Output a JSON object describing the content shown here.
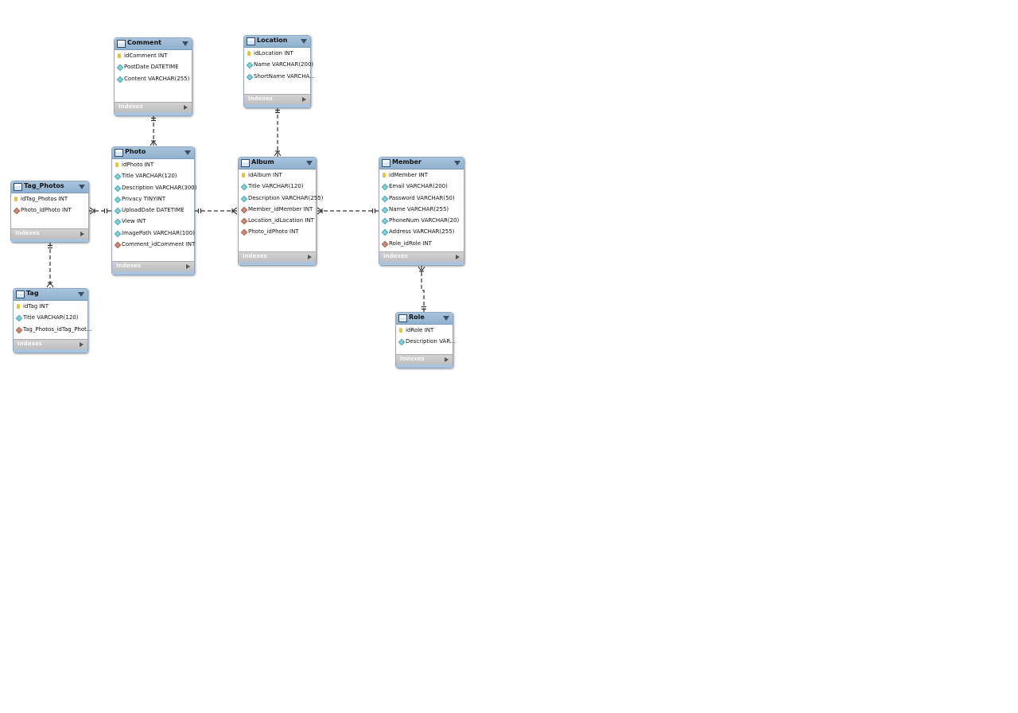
{
  "tables": [
    {
      "key": "comment",
      "name": "Comment",
      "columns": [
        {
          "kind": "key",
          "text": "idComment INT"
        },
        {
          "kind": "attr",
          "text": "PostDate DATETIME"
        },
        {
          "kind": "attr",
          "text": "Content VARCHAR(255)"
        }
      ],
      "indexes_label": "Indexes"
    },
    {
      "key": "location",
      "name": "Location",
      "columns": [
        {
          "kind": "key",
          "text": "idLocation INT"
        },
        {
          "kind": "attr",
          "text": "Name VARCHAR(200)"
        },
        {
          "kind": "attr",
          "text": "ShortName VARCHA..."
        }
      ],
      "indexes_label": "Indexes"
    },
    {
      "key": "photo",
      "name": "Photo",
      "columns": [
        {
          "kind": "key",
          "text": "idPhoto INT"
        },
        {
          "kind": "attr",
          "text": "Title VARCHAR(120)"
        },
        {
          "kind": "attr",
          "text": "Description VARCHAR(300)"
        },
        {
          "kind": "attr",
          "text": "Privacy TINYINT"
        },
        {
          "kind": "attr",
          "text": "UploadDate DATETIME"
        },
        {
          "kind": "attr",
          "text": "View INT"
        },
        {
          "kind": "attr",
          "text": "ImagePath VARCHAR(100)"
        },
        {
          "kind": "fk",
          "text": "Comment_idComment INT"
        }
      ],
      "indexes_label": "Indexes"
    },
    {
      "key": "album",
      "name": "Album",
      "columns": [
        {
          "kind": "key",
          "text": "idAlbum INT"
        },
        {
          "kind": "attr",
          "text": "Title VARCHAR(120)"
        },
        {
          "kind": "attr",
          "text": "Description VARCHAR(255)"
        },
        {
          "kind": "fk",
          "text": "Member_idMember INT"
        },
        {
          "kind": "fk",
          "text": "Location_idLocation INT"
        },
        {
          "kind": "fk",
          "text": "Photo_idPhoto INT"
        }
      ],
      "indexes_label": "Indexes"
    },
    {
      "key": "member",
      "name": "Member",
      "columns": [
        {
          "kind": "key",
          "text": "idMember INT"
        },
        {
          "kind": "attr",
          "text": "Email VARCHAR(200)"
        },
        {
          "kind": "attr",
          "text": "Password VARCHAR(50)"
        },
        {
          "kind": "attr",
          "text": "Name VARCHAR(255)"
        },
        {
          "kind": "attr",
          "text": "PhoneNum VARCHAR(20)"
        },
        {
          "kind": "attr",
          "text": "Address VARCHAR(255)"
        },
        {
          "kind": "fk",
          "text": "Role_idRole INT"
        }
      ],
      "indexes_label": "Indexes"
    },
    {
      "key": "tag_photos",
      "name": "Tag_Photos",
      "columns": [
        {
          "kind": "key",
          "text": "idTag_Photos INT"
        },
        {
          "kind": "fk",
          "text": "Photo_idPhoto INT"
        }
      ],
      "indexes_label": "Indexes"
    },
    {
      "key": "tag",
      "name": "Tag",
      "columns": [
        {
          "kind": "key",
          "text": "idTag INT"
        },
        {
          "kind": "attr",
          "text": "Title VARCHAR(120)"
        },
        {
          "kind": "fk",
          "text": "Tag_Photos_idTag_Phot..."
        }
      ],
      "indexes_label": "Indexes"
    },
    {
      "key": "role",
      "name": "Role",
      "columns": [
        {
          "kind": "key",
          "text": "idRole INT"
        },
        {
          "kind": "attr",
          "text": "Description VAR..."
        }
      ],
      "indexes_label": "Indexes"
    }
  ],
  "relationships": [
    {
      "from": "comment",
      "to": "photo",
      "from_end": "one",
      "to_end": "many"
    },
    {
      "from": "location",
      "to": "album",
      "from_end": "one",
      "to_end": "many"
    },
    {
      "from": "photo",
      "to": "album",
      "from_end": "one",
      "to_end": "many"
    },
    {
      "from": "member",
      "to": "album",
      "from_end": "one",
      "to_end": "many"
    },
    {
      "from": "photo",
      "to": "tag_photos",
      "from_end": "one",
      "to_end": "many"
    },
    {
      "from": "tag_photos",
      "to": "tag",
      "from_end": "one",
      "to_end": "many"
    },
    {
      "from": "role",
      "to": "member",
      "from_end": "one",
      "to_end": "many"
    }
  ],
  "colors": {
    "header": "#95b6d3",
    "indexes_bar": "#c6c6c6",
    "line": "#333333",
    "key_icon": "#e8c23a",
    "attr_icon": "#7fd3df",
    "fk_icon": "#d08b73"
  }
}
